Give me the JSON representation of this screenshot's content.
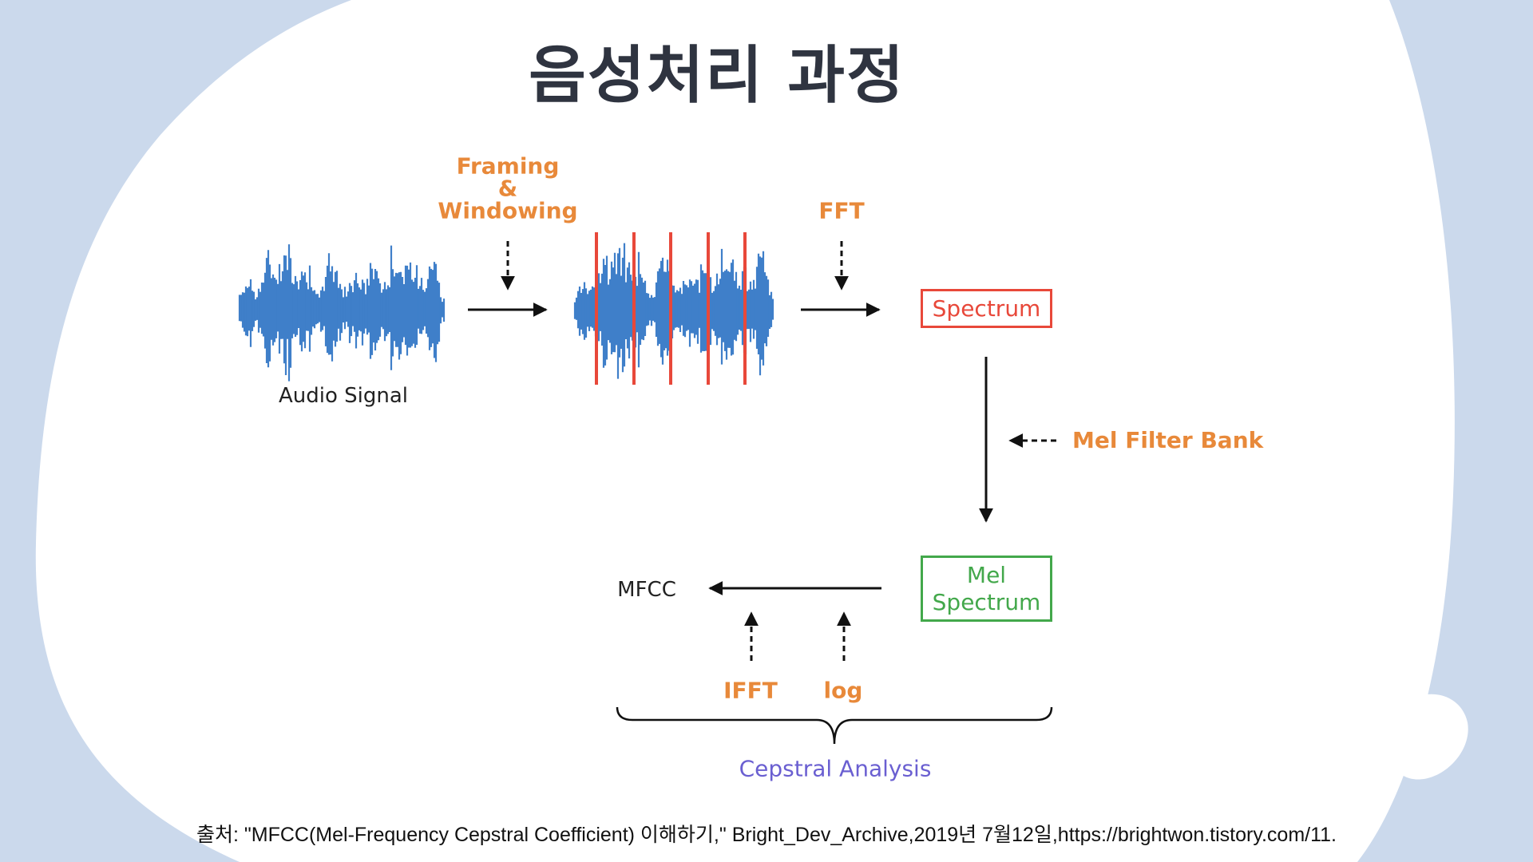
{
  "slide": {
    "title": "음성처리 과정",
    "citation": "출처: \"MFCC(Mel-Frequency Cepstral Coefficient) 이해하기,\" Bright_Dev_Archive,2019년 7월12일,https://brightwon.tistory.com/11."
  },
  "diagram": {
    "audio_signal_label": "Audio Signal",
    "framing_line1": "Framing",
    "framing_line2": "&",
    "framing_line3": "Windowing",
    "fft_label": "FFT",
    "spectrum_label": "Spectrum",
    "mel_filter_bank_label": "Mel Filter Bank",
    "mel_spectrum_line1": "Mel",
    "mel_spectrum_line2": "Spectrum",
    "mfcc_label": "MFCC",
    "ifft_label": "IFFT",
    "log_label": "log",
    "cepstral_analysis_label": "Cepstral Analysis"
  },
  "colors": {
    "background": "#cbd9ec",
    "slide": "#ffffff",
    "title": "#2f3440",
    "accent_orange": "#e8893a",
    "spectrum_red": "#e8483a",
    "mel_green": "#43a84b",
    "cepstral_purple": "#6a5fd1",
    "waveform_blue": "#3f7fc9"
  }
}
